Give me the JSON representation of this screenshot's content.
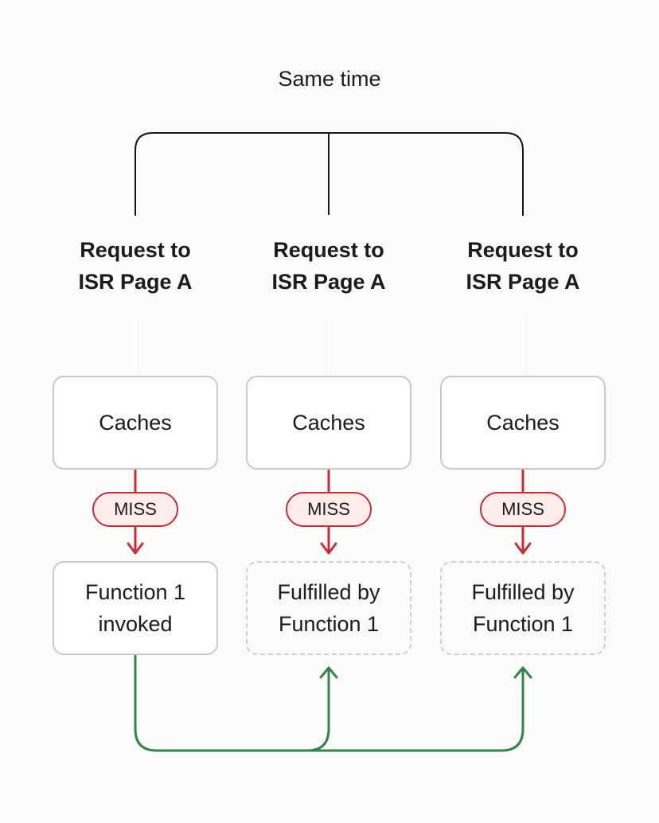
{
  "title": "Same time",
  "colors": {
    "page-bg": "#fafafa",
    "box-bg": "#fdfdfd",
    "box-border": "#c9c9c9",
    "dashed-border": "#cfcfcf",
    "text": "#1b1b1b",
    "bracket": "#161616",
    "red": "#c42f3a",
    "pill-bg": "#fdecec",
    "green": "#35834a",
    "faint-line": "#ffffff"
  },
  "columns": [
    {
      "request": {
        "line1": "Request to",
        "line2": "ISR Page A"
      },
      "cache_label": "Caches",
      "miss_label": "MISS",
      "result": {
        "line1": "Function 1",
        "line2": "invoked"
      },
      "result_border": "solid"
    },
    {
      "request": {
        "line1": "Request to",
        "line2": "ISR Page A"
      },
      "cache_label": "Caches",
      "miss_label": "MISS",
      "result": {
        "line1": "Fulfilled by",
        "line2": "Function 1"
      },
      "result_border": "dashed"
    },
    {
      "request": {
        "line1": "Request to",
        "line2": "ISR Page A"
      },
      "cache_label": "Caches",
      "miss_label": "MISS",
      "result": {
        "line1": "Fulfilled by",
        "line2": "Function 1"
      },
      "result_border": "dashed"
    }
  ]
}
